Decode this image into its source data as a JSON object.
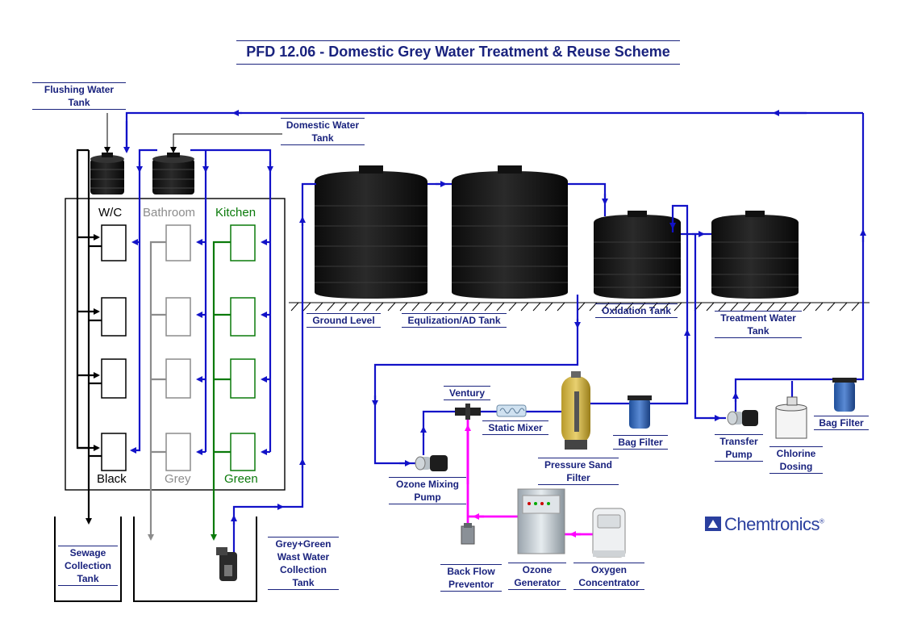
{
  "title": "PFD 12.06 - Domestic Grey Water Treatment & Reuse Scheme",
  "categories": {
    "wc": "W/C",
    "bathroom": "Bathroom",
    "kitchen": "Kitchen",
    "black": "Black",
    "grey": "Grey",
    "green": "Green"
  },
  "labels": {
    "flushing_tank_1": "Flushing Water",
    "flushing_tank_2": "Tank",
    "domestic_tank_1": "Domestic Water",
    "domestic_tank_2": "Tank",
    "ground_level": "Ground Level",
    "equalization_tank": "Equlization/AD Tank",
    "oxidation_tank": "Oxidation Tank",
    "treatment_tank_1": "Treatment Water",
    "treatment_tank_2": "Tank",
    "ventury": "Ventury",
    "static_mixer": "Static Mixer",
    "bag_filter_1": "Bag Filter",
    "bag_filter_2": "Bag Filter",
    "pressure_sand_filter_1": "Pressure Sand",
    "pressure_sand_filter_2": "Filter",
    "transfer_pump_1": "Transfer",
    "transfer_pump_2": "Pump",
    "chlorine_dosing_1": "Chlorine",
    "chlorine_dosing_2": "Dosing",
    "ozone_mixing_pump_1": "Ozone Mixing",
    "ozone_mixing_pump_2": "Pump",
    "back_flow_1": "Back Flow",
    "back_flow_2": "Preventor",
    "ozone_generator_1": "Ozone",
    "ozone_generator_2": "Generator",
    "oxygen_concentrator_1": "Oxygen",
    "oxygen_concentrator_2": "Concentrator",
    "sewage_tank_1": "Sewage",
    "sewage_tank_2": "Collection",
    "sewage_tank_3": "Tank",
    "gg_tank_1": "Grey+Green",
    "gg_tank_2": "Wast Water",
    "gg_tank_3": "Collection",
    "gg_tank_4": "Tank"
  },
  "brand": "Chemtronics",
  "brand_mark": "®",
  "colors": {
    "water_line": "#1212c8",
    "black_line": "#000000",
    "grey_line": "#8c8c8c",
    "green_line": "#0a7a0a",
    "ozone_line": "#ff00ff",
    "label_text": "#1a237e",
    "brand": "#2a3f9e"
  }
}
